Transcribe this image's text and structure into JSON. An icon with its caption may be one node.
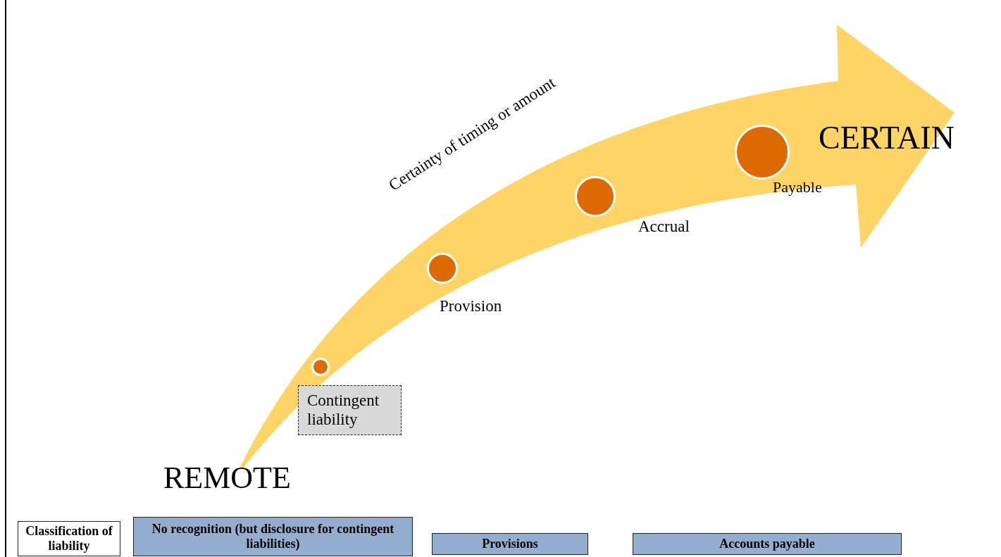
{
  "diagram": {
    "nodes": [
      {
        "text": [],
        "shape": "circle"
      },
      {
        "text": [
          "Contingent liability"
        ]
      },
      {
        "text": [],
        "shape": "circle",
        "beside": [
          "Provision"
        ]
      },
      {
        "text": [],
        "shape": "circle",
        "beside": [
          "Accrual"
        ]
      },
      {
        "text": [],
        "shape": "circle",
        "beside": [
          "Payable"
        ]
      },
      {
        "text": [
          "Classification of liability"
        ]
      },
      {
        "text": [
          "No recognition (but disclosure for contingent liabilities)"
        ]
      },
      {
        "text": [
          "Provisions"
        ]
      },
      {
        "text": [
          "Accounts payable"
        ]
      }
    ],
    "labels": [
      "Certainty of timing or amount",
      "REMOTE",
      "CERTAIN"
    ]
  }
}
